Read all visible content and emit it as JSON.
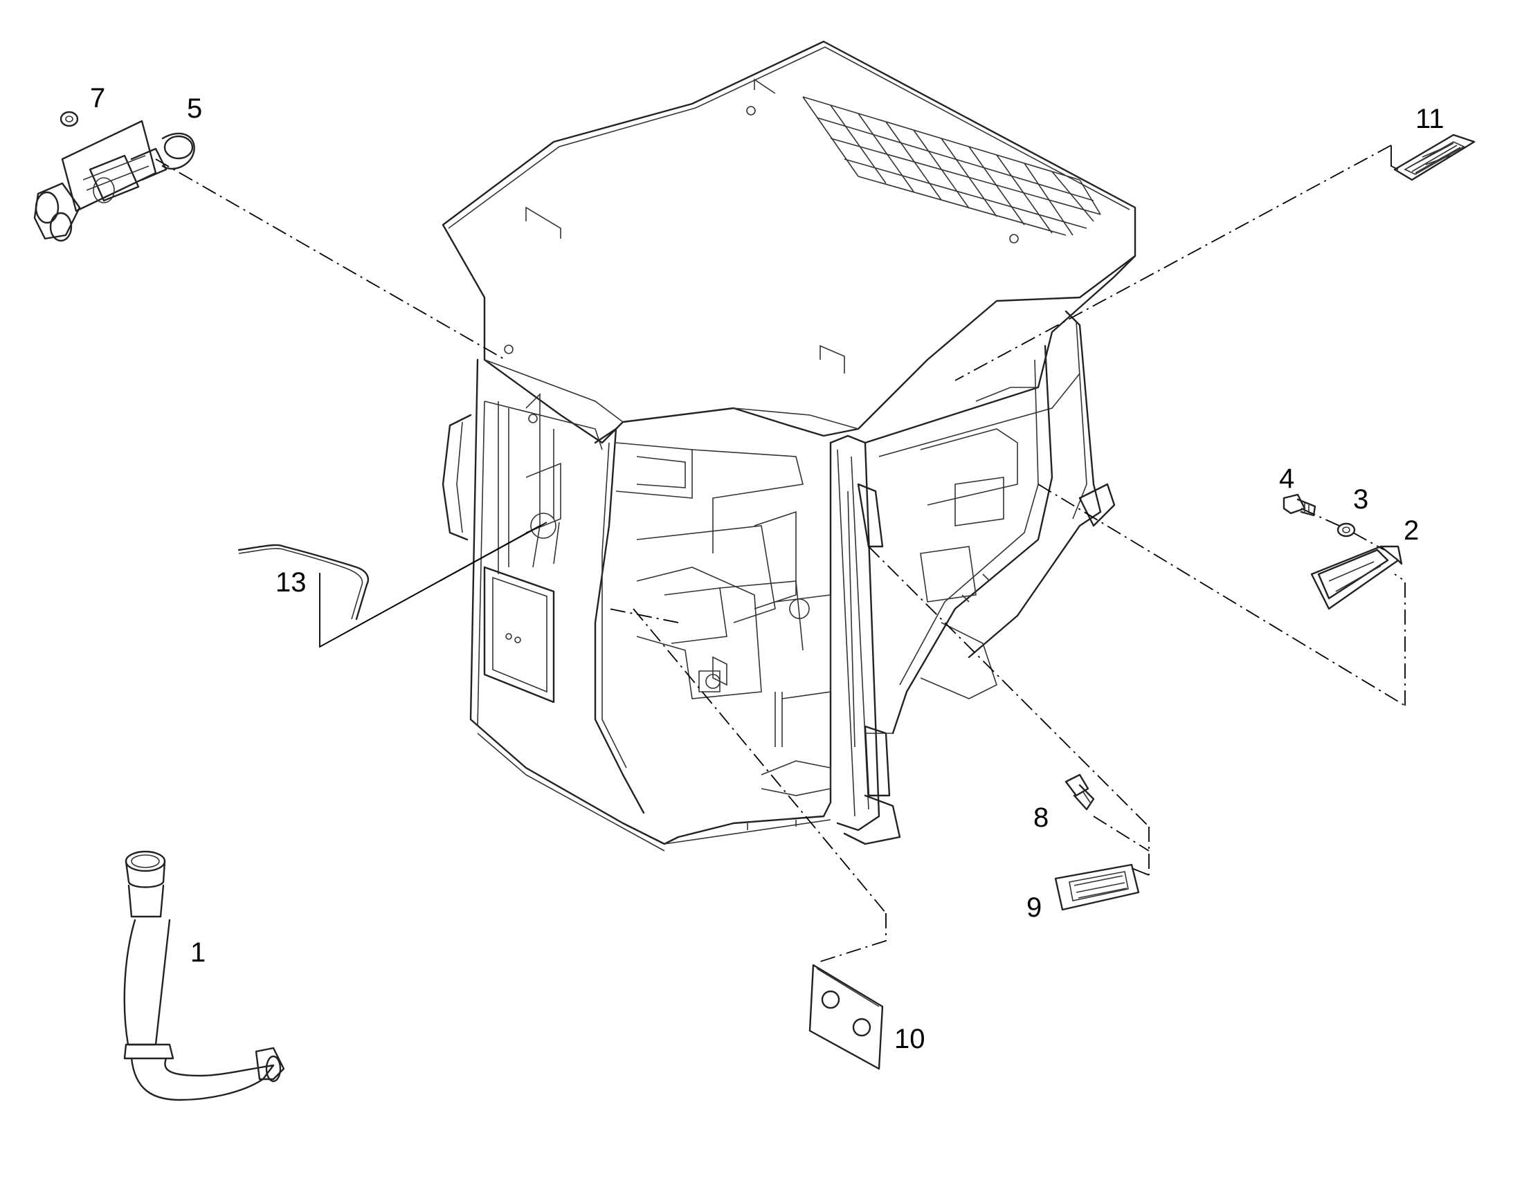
{
  "callouts": {
    "c1": "1",
    "c2": "2",
    "c3": "3",
    "c4": "4",
    "c5": "5",
    "c7": "7",
    "c8": "8",
    "c9": "9",
    "c10": "10",
    "c11": "11",
    "c13": "13"
  }
}
